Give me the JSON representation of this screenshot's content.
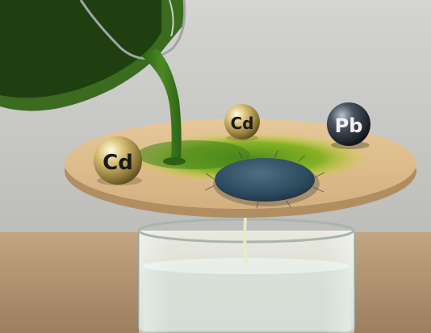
{
  "scene": {
    "spheres": [
      {
        "id": "cd-large",
        "symbol": "Cd",
        "material": "gold-metal"
      },
      {
        "id": "cd-small",
        "symbol": "Cd",
        "material": "gold-metal"
      },
      {
        "id": "pb",
        "symbol": "Pb",
        "material": "dark-metal"
      }
    ],
    "colors": {
      "background": "#c9c9c7",
      "table": "#b79a78",
      "disc": "#d9b98a",
      "green_liquid": "#3f7f1e",
      "green_stain": "#b8cf2b",
      "fiber_pad": "#2f4e62",
      "water": "#dfe8e3"
    }
  }
}
